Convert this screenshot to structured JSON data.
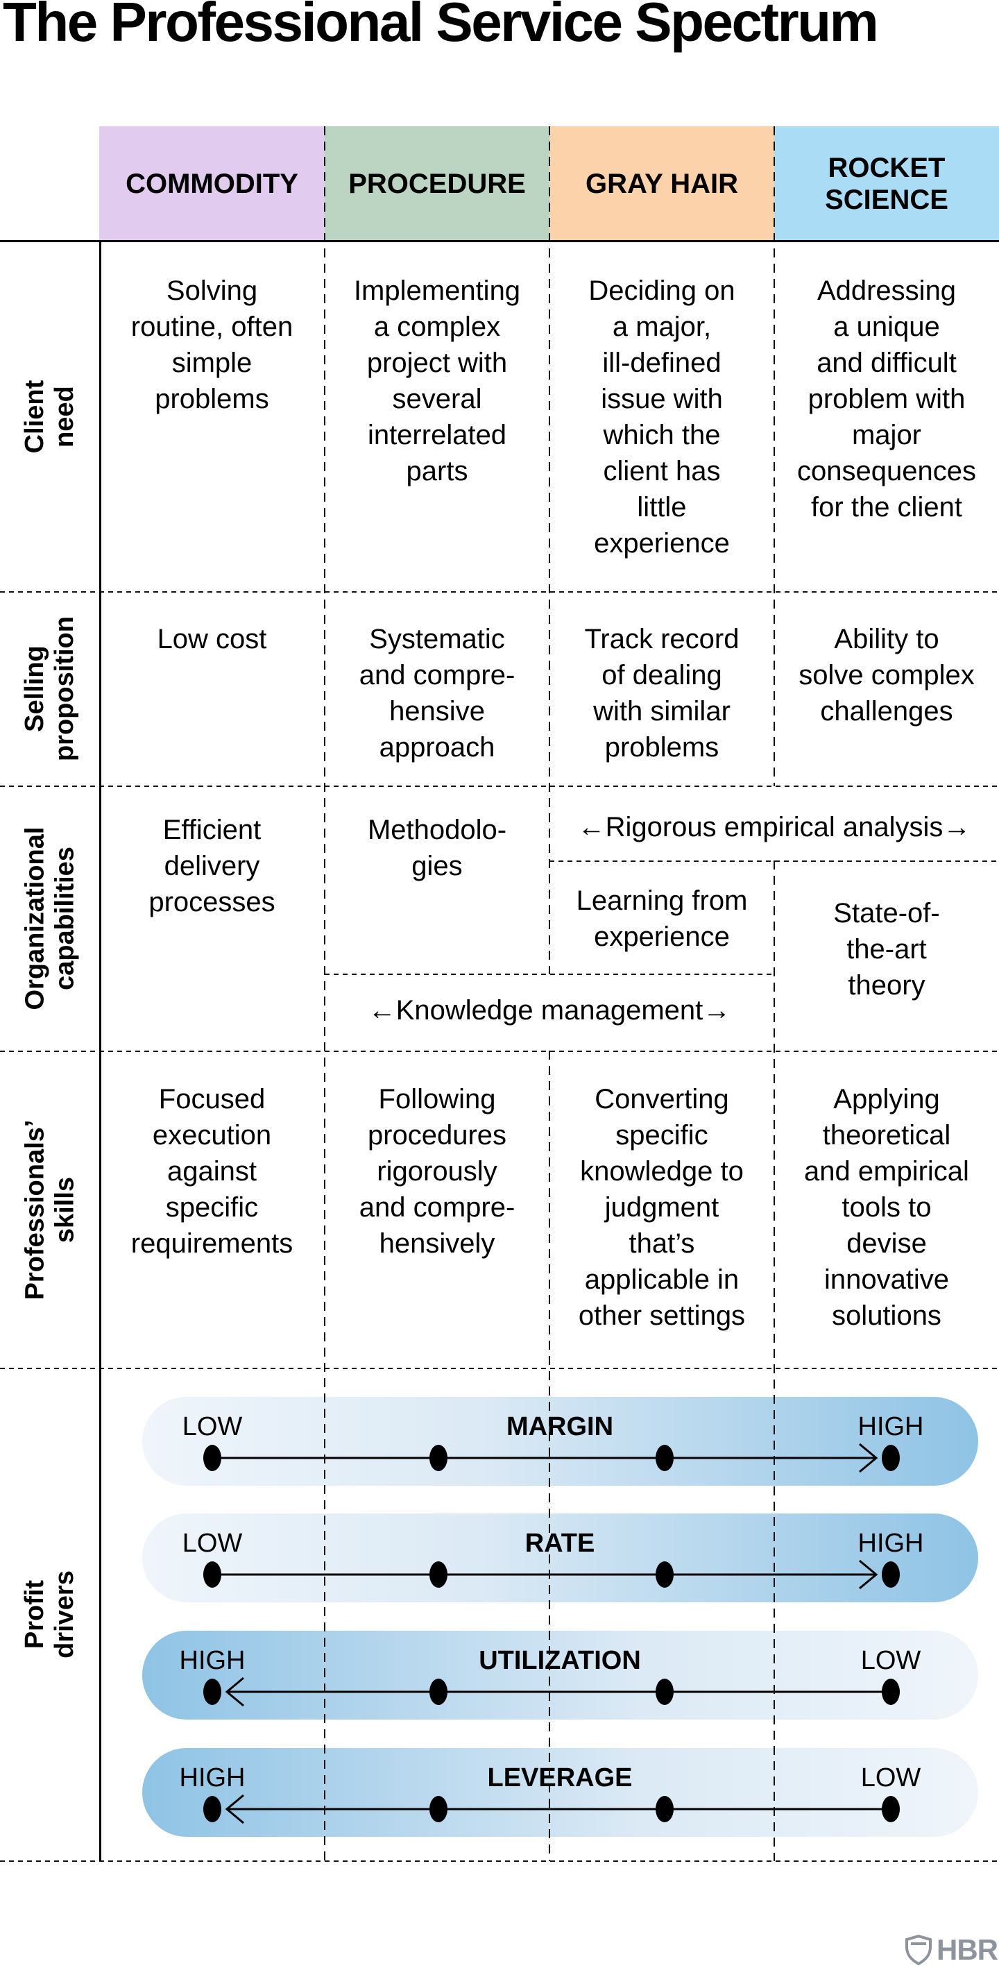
{
  "title": "The Professional Service Spectrum",
  "columns": [
    {
      "label": "COMMODITY",
      "color": "#e1ccef"
    },
    {
      "label": "PROCEDURE",
      "color": "#bcd5c2"
    },
    {
      "label": "GRAY HAIR",
      "color": "#fcd2ab"
    },
    {
      "label": "ROCKET\nSCIENCE",
      "color": "#aadcf5"
    }
  ],
  "rows": [
    {
      "label": "Client need",
      "cells": [
        "Solving\nroutine, often\nsimple\nproblems",
        "Implementing\na complex\nproject with\nseveral\ninterrelated\nparts",
        "Deciding on\na major,\nill-defined\nissue with\nwhich the\nclient has\nlittle\nexperience",
        "Addressing\na unique\nand difficult\nproblem with\nmajor\nconsequences\nfor the client"
      ]
    },
    {
      "label": "Selling\nproposition",
      "cells": [
        "Low cost",
        "Systematic\nand compre-\nhensive\napproach",
        "Track record\nof dealing\nwith similar\nproblems",
        "Ability to\nsolve complex\nchallenges"
      ]
    },
    {
      "label": "Organizational\ncapabilities",
      "cells": {
        "commodity": "Efficient\ndelivery\nprocesses",
        "procedure": "Methodolo-\ngies",
        "span_grayhair_rocket": "←Rigorous empirical analysis→",
        "grayhair": "Learning from\nexperience",
        "rocket": "State-of-\nthe-art\ntheory",
        "span_procedure_grayhair": "←Knowledge management→"
      }
    },
    {
      "label": "Professionals’\nskills",
      "cells": [
        "Focused\nexecution\nagainst\nspecific\nrequirements",
        "Following\nprocedures\nrigorously\nand compre-\nhensively",
        "Converting\nspecific\nknowledge to\njudgment\nthat’s\napplicable in\nother settings",
        "Applying\ntheoretical\nand empirical\ntools to\ndevise\ninnovative\nsolutions"
      ]
    },
    {
      "label": "Profit\ndrivers"
    }
  ],
  "profit_drivers": [
    {
      "name": "MARGIN",
      "left_label": "LOW",
      "right_label": "HIGH",
      "direction": "right"
    },
    {
      "name": "RATE",
      "left_label": "LOW",
      "right_label": "HIGH",
      "direction": "right"
    },
    {
      "name": "UTILIZATION",
      "left_label": "HIGH",
      "right_label": "LOW",
      "direction": "left"
    },
    {
      "name": "LEVERAGE",
      "left_label": "HIGH",
      "right_label": "LOW",
      "direction": "left"
    }
  ],
  "footer": {
    "brand": "HBR"
  },
  "colors": {
    "header_commodity": "#e1ccef",
    "header_procedure": "#bcd5c2",
    "header_grayhair": "#fcd2ab",
    "header_rocket": "#aadcf5",
    "pill_dark": "#8fc3e5",
    "pill_light": "#eff5fb",
    "logo_gray": "#8d949e",
    "text": "#000000"
  }
}
